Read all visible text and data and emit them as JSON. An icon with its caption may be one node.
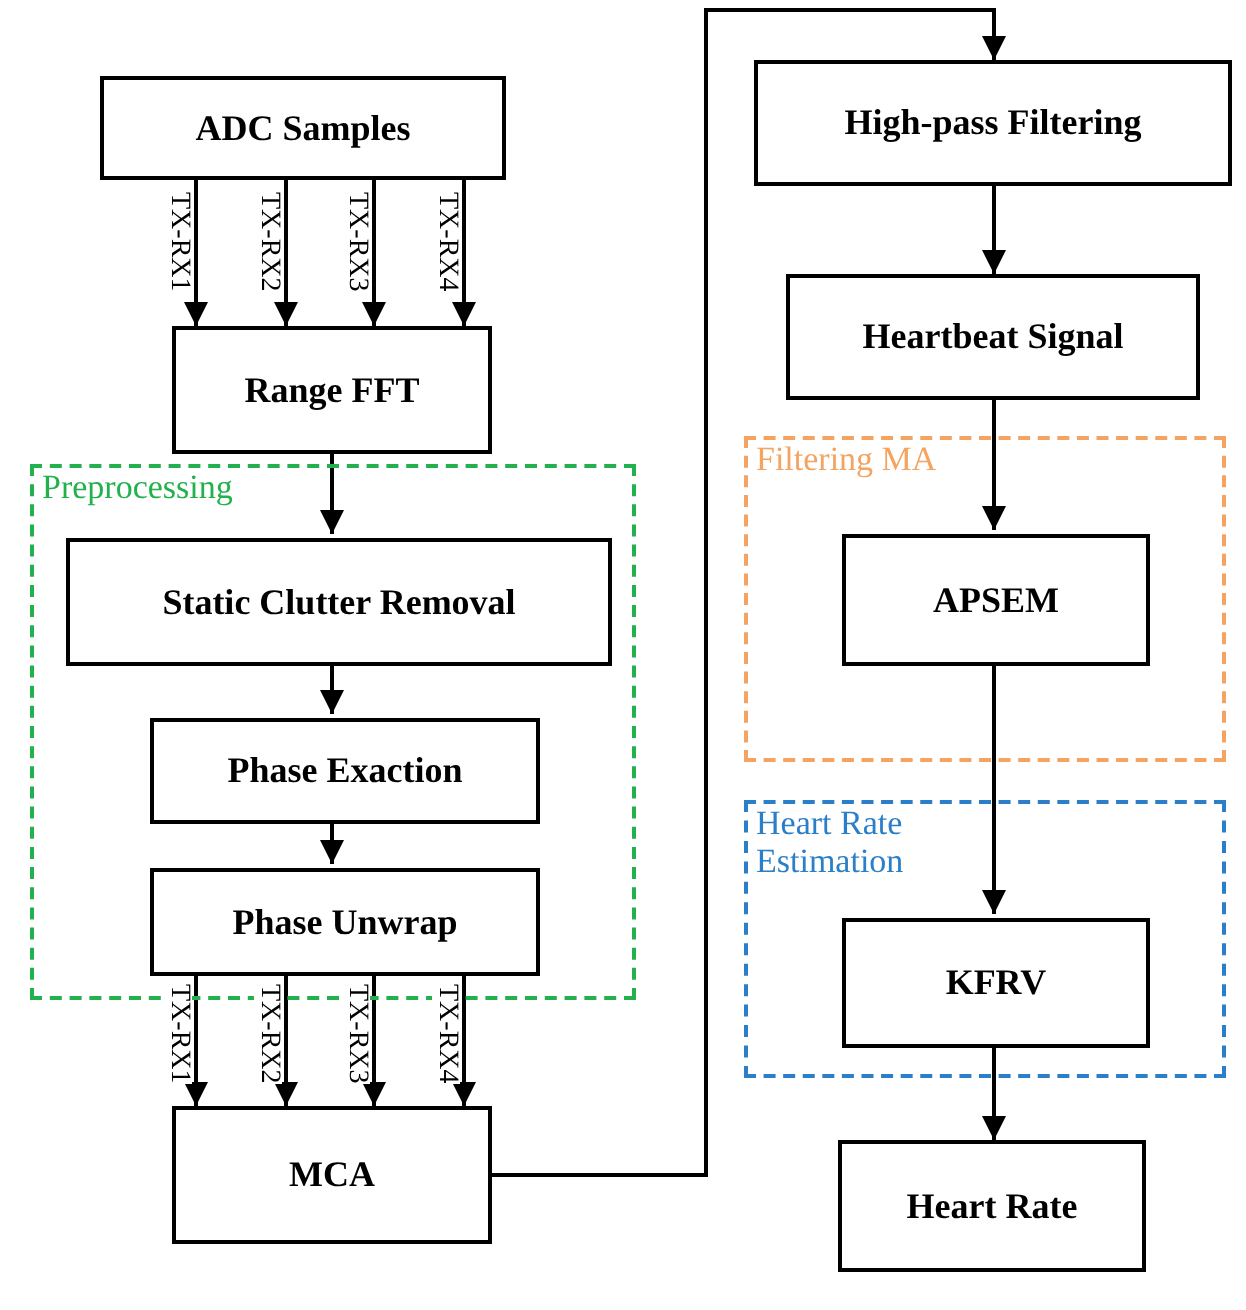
{
  "diagram": {
    "nodes": [
      {
        "text": [
          "ADC Samples"
        ]
      },
      {
        "text": [
          "Range FFT"
        ]
      },
      {
        "text": [
          "Preprocessing"
        ]
      },
      {
        "text": [
          "Static Clutter Removal"
        ],
        "in": 2
      },
      {
        "text": [
          "Phase Exaction"
        ],
        "in": 2
      },
      {
        "text": [
          "Phase Unwrap"
        ],
        "in": 2
      },
      {
        "text": [
          "MCA"
        ]
      },
      {
        "text": [
          "High-pass Filtering"
        ]
      },
      {
        "text": [
          "Heartbeat Signal"
        ]
      },
      {
        "text": [
          "Filtering MA"
        ]
      },
      {
        "text": [
          "APSEM"
        ],
        "in": 9
      },
      {
        "text": [
          "Heart Rate Estimation"
        ]
      },
      {
        "text": [
          "KFRV"
        ],
        "in": 11
      },
      {
        "text": [
          "Heart Rate"
        ]
      }
    ],
    "edges": [
      {
        "from": 0,
        "to": 1,
        "arrow": "to",
        "label": "TX-RX1"
      },
      {
        "from": 0,
        "to": 1,
        "arrow": "to",
        "label": "TX-RX2"
      },
      {
        "from": 0,
        "to": 1,
        "arrow": "to",
        "label": "TX-RX3"
      },
      {
        "from": 0,
        "to": 1,
        "arrow": "to",
        "label": "TX-RX4"
      },
      {
        "from": 1,
        "to": 3,
        "arrow": "to"
      },
      {
        "from": 3,
        "to": 4,
        "arrow": "to"
      },
      {
        "from": 4,
        "to": 5,
        "arrow": "to"
      },
      {
        "from": 5,
        "to": 6,
        "arrow": "to",
        "label": "TX-RX1"
      },
      {
        "from": 5,
        "to": 6,
        "arrow": "to",
        "label": "TX-RX2"
      },
      {
        "from": 5,
        "to": 6,
        "arrow": "to",
        "label": "TX-RX3"
      },
      {
        "from": 5,
        "to": 6,
        "arrow": "to",
        "label": "TX-RX4"
      },
      {
        "from": 6,
        "to": 7,
        "arrow": "to"
      },
      {
        "from": 7,
        "to": 8,
        "arrow": "to"
      },
      {
        "from": 8,
        "to": 10,
        "arrow": "to"
      },
      {
        "from": 10,
        "to": 12,
        "arrow": "to"
      },
      {
        "from": 12,
        "to": 13,
        "arrow": "to"
      }
    ]
  }
}
